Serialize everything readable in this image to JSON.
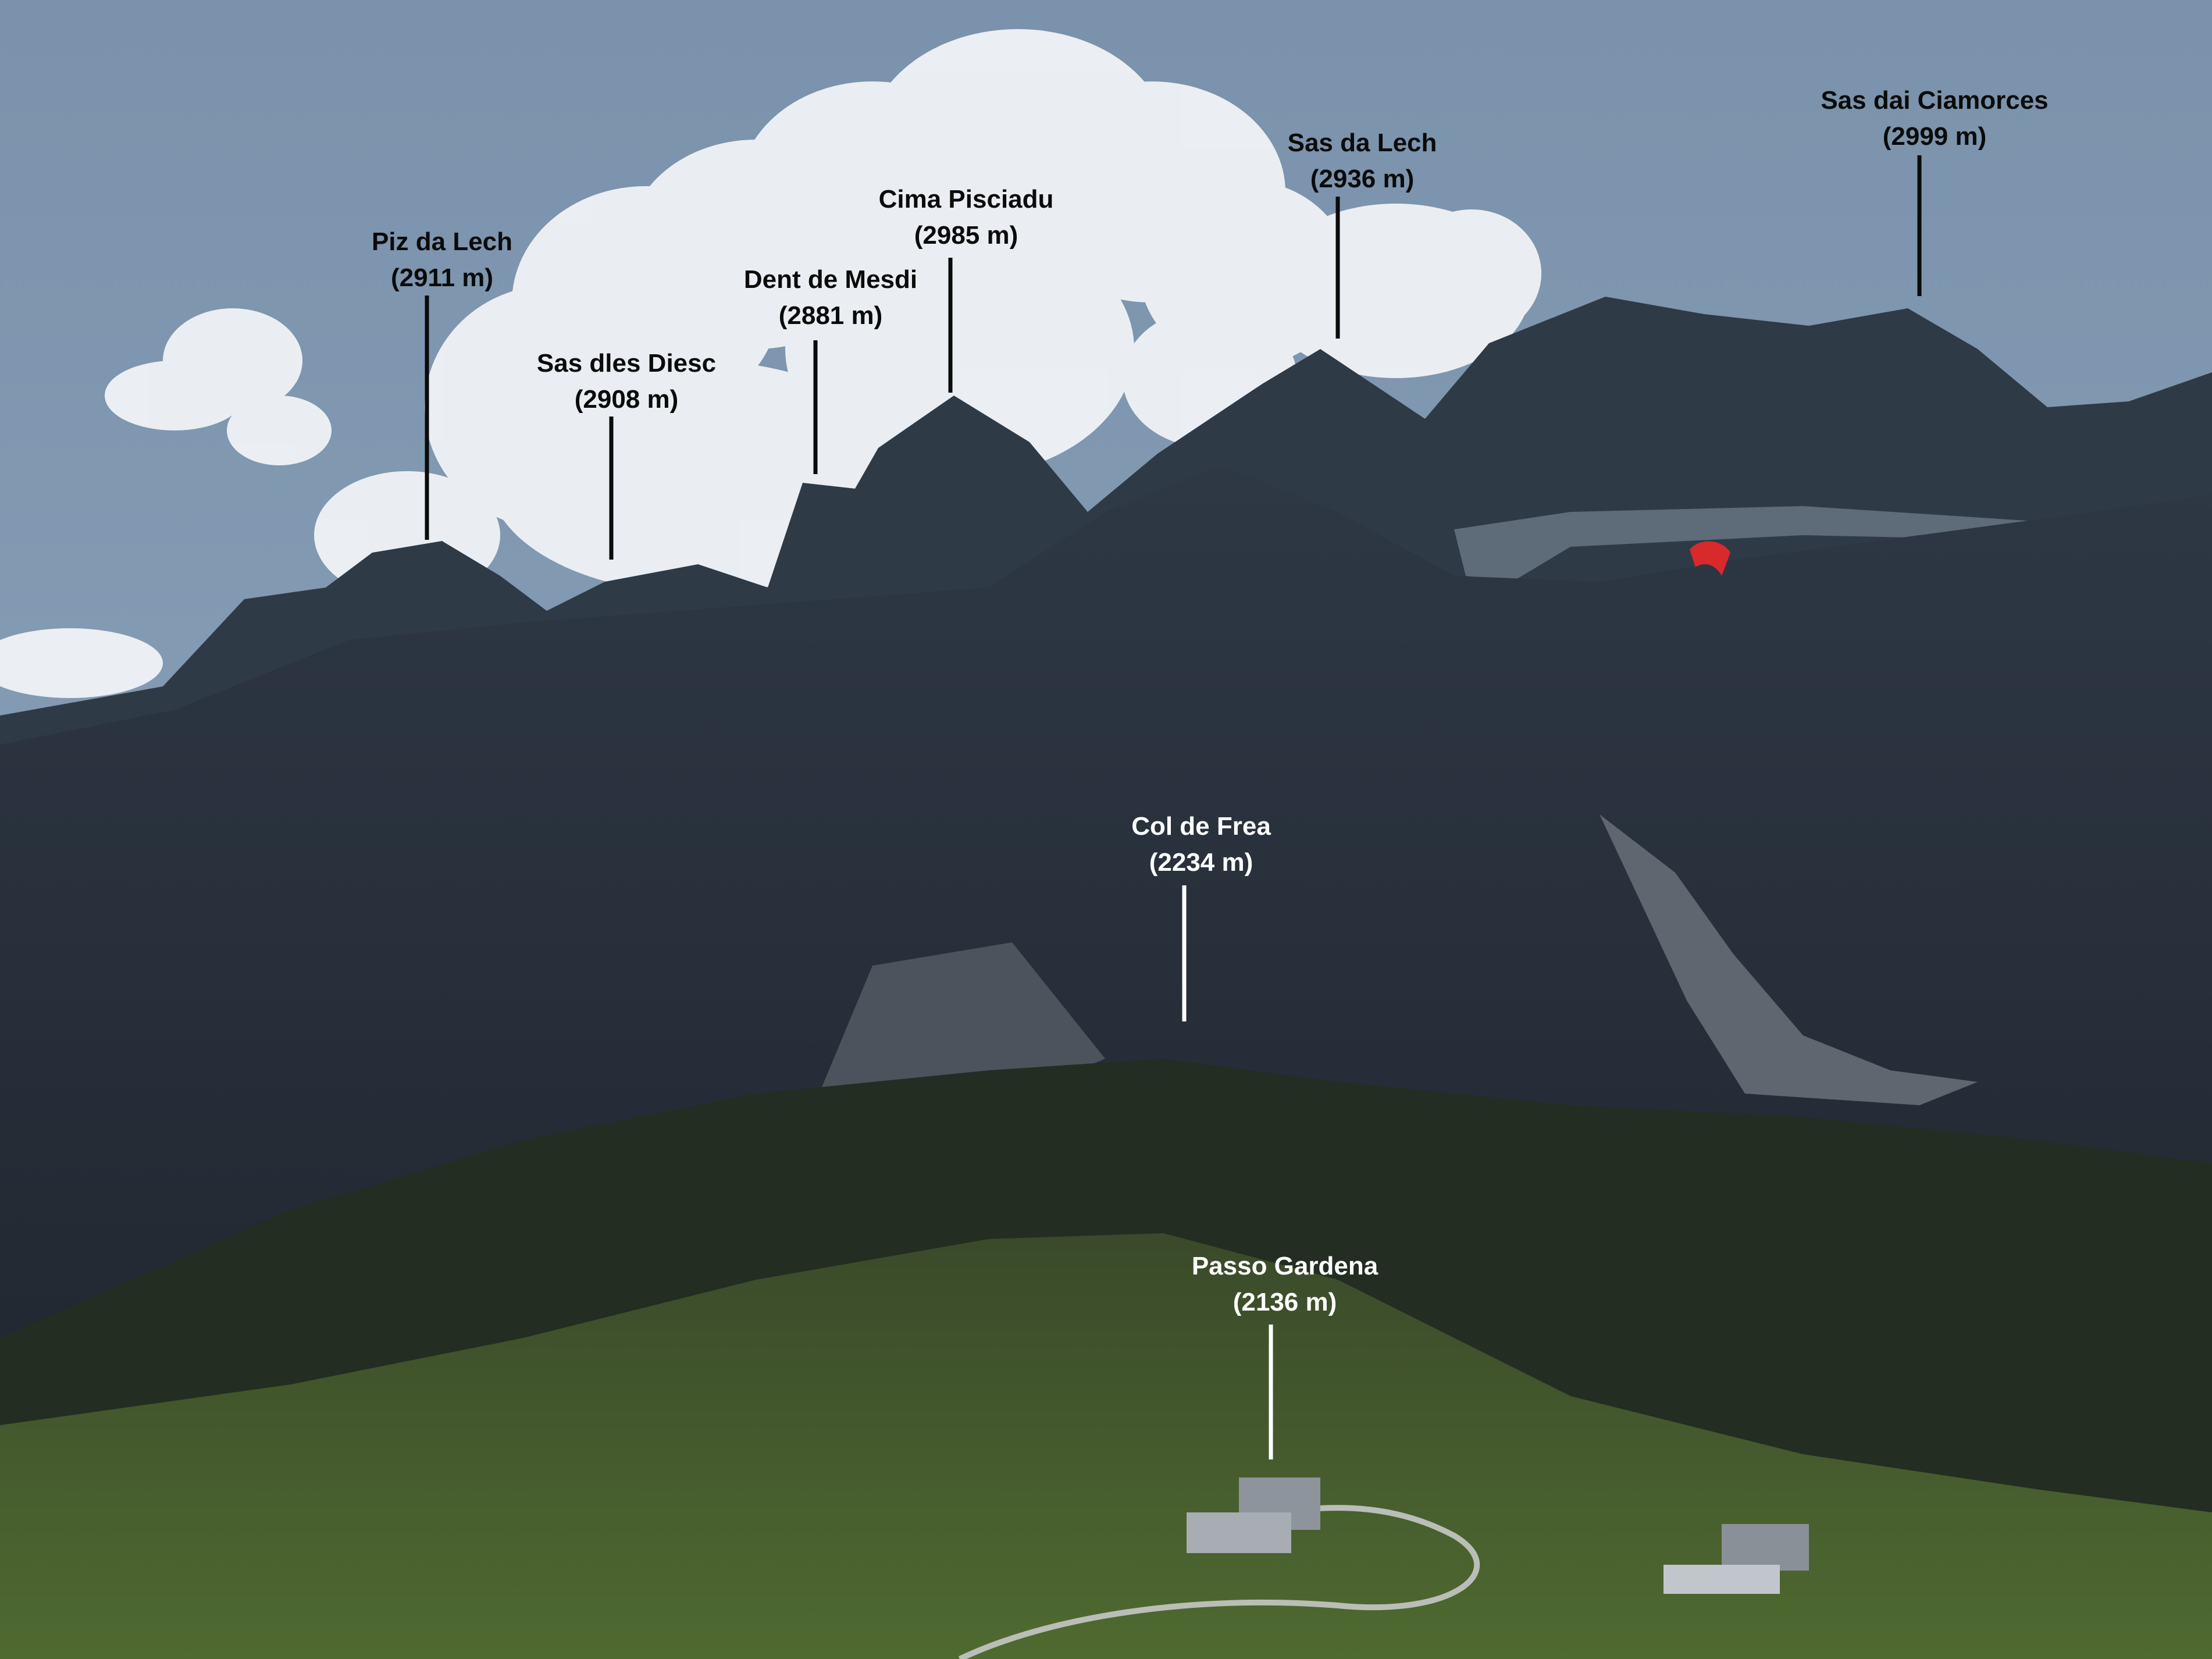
{
  "peaks": [
    {
      "id": "piz-da-lech",
      "name": "Piz da Lech",
      "altitude": "(2911 m)",
      "color": "#0b0b0b"
    },
    {
      "id": "sas-dles-diesc",
      "name": "Sas dles Diesc",
      "altitude": "(2908 m)",
      "color": "#0b0b0b"
    },
    {
      "id": "dent-de-mesdi",
      "name": "Dent de Mesdi",
      "altitude": "(2881 m)",
      "color": "#0b0b0b"
    },
    {
      "id": "cima-pisciadu",
      "name": "Cima Pisciadu",
      "altitude": "(2985 m)",
      "color": "#0b0b0b"
    },
    {
      "id": "sas-da-lech",
      "name": "Sas da Lech",
      "altitude": "(2936 m)",
      "color": "#0b0b0b"
    },
    {
      "id": "sas-dai-ciamorces",
      "name": "Sas dai Ciamorces",
      "altitude": "(2999 m)",
      "color": "#0b0b0b"
    },
    {
      "id": "col-de-frea",
      "name": "Col de Frea",
      "altitude": "(2234 m)",
      "color": "#ffffff"
    },
    {
      "id": "passo-gardena",
      "name": "Passo Gardena",
      "altitude": "(2136 m)",
      "color": "#ffffff"
    }
  ],
  "colors": {
    "sky": "#7e98b2",
    "cloud": "#f1f3f6",
    "mountain_far": "#2a3340",
    "mountain_near": "#1e252e",
    "meadow": "#465a2e",
    "paraglider": "#d8292b"
  }
}
